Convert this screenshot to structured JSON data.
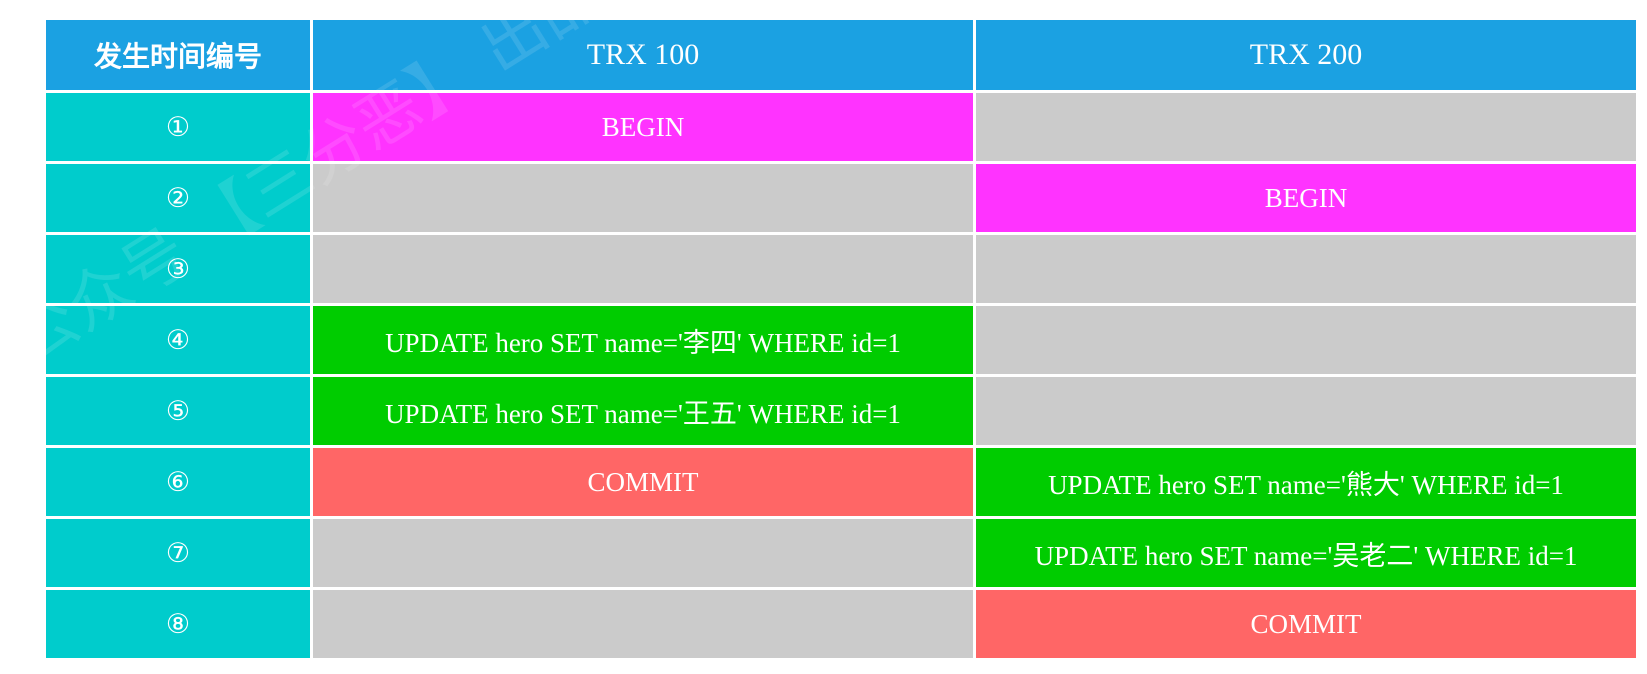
{
  "header": {
    "index_label": "发生时间编号",
    "trx1_label": "TRX 100",
    "trx2_label": "TRX 200"
  },
  "rows": [
    {
      "index": "①",
      "trx1": "BEGIN",
      "trx2": ""
    },
    {
      "index": "②",
      "trx1": "",
      "trx2": "BEGIN"
    },
    {
      "index": "③",
      "trx1": "",
      "trx2": ""
    },
    {
      "index": "④",
      "trx1": "UPDATE hero SET name='李四' WHERE id=1",
      "trx2": ""
    },
    {
      "index": "⑤",
      "trx1": "UPDATE hero SET name='王五' WHERE id=1",
      "trx2": ""
    },
    {
      "index": "⑥",
      "trx1": "COMMIT",
      "trx2": "UPDATE hero SET name='熊大' WHERE id=1"
    },
    {
      "index": "⑦",
      "trx1": "",
      "trx2": "UPDATE hero SET name='吴老二' WHERE id=1"
    },
    {
      "index": "⑧",
      "trx1": "",
      "trx2": "COMMIT"
    }
  ],
  "watermark": "公众号 【三分恶】 出品",
  "colors": {
    "header": "#1ba1e2",
    "index_column": "#00cccc",
    "empty": "#cbcbcb",
    "begin": "#ff33ff",
    "update": "#00cc00",
    "commit": "#ff6666"
  }
}
